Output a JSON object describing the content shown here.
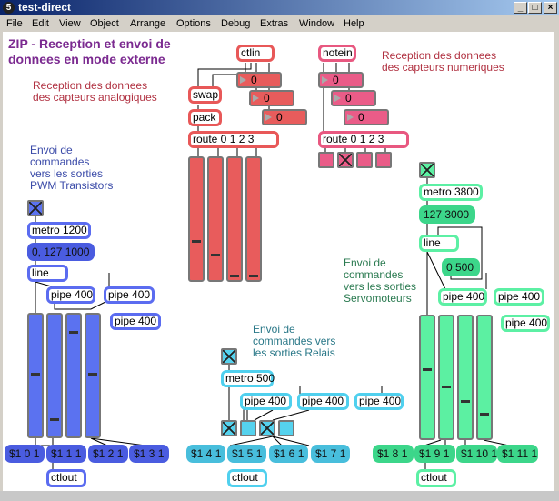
{
  "window": {
    "title": "test-direct",
    "app_icon": "5"
  },
  "menu": [
    "File",
    "Edit",
    "View",
    "Object",
    "Arrange",
    "Options",
    "Debug",
    "Extras",
    "Window",
    "Help"
  ],
  "comments": {
    "title": "ZIP - Reception et envoi de\ndonnees en mode externe",
    "analog": "Reception des donnees\ndes capteurs analogiques",
    "numeric": "Reception des donnees\ndes capteurs numeriques",
    "pwm": "Envoi de\ncommandes\nvers les sorties\nPWM Transistors",
    "relais": "Envoi de\ncommandes vers\nles sorties Relais",
    "servo": "Envoi de\ncommandes\nvers les sorties\nServomoteurs"
  },
  "analog": {
    "ctlin": "ctlin",
    "swap": "swap",
    "pack": "pack",
    "route": "route 0 1 2 3",
    "numbers": [
      "0",
      "0",
      "0"
    ],
    "sliders": [
      0.32,
      0.21,
      0.03,
      0.03
    ]
  },
  "numeric": {
    "notein": "notein",
    "route": "route 0 1 2 3",
    "numbers": [
      "0",
      "0",
      "0"
    ],
    "toggles": [
      false,
      true,
      false,
      false
    ]
  },
  "pwm": {
    "toggle": true,
    "metro": "metro 1200",
    "msg": "0, 127 1000",
    "line": "line",
    "pipes": [
      "pipe 400",
      "pipe 400",
      "pipe 400"
    ],
    "sliders": [
      0.52,
      0.14,
      0.88,
      0.52
    ],
    "outs": [
      "$1 0 1",
      "$1 1 1",
      "$1 2 1",
      "$1 3 1"
    ],
    "ctlout": "ctlout"
  },
  "relais": {
    "toggle": true,
    "metro": "metro 500",
    "pipes": [
      "pipe 400",
      "pipe 400",
      "pipe 400"
    ],
    "toggles": [
      true,
      false,
      true,
      false
    ],
    "outs": [
      "$1 4 1",
      "$1 5 1",
      "$1 6 1",
      "$1 7 1"
    ],
    "ctlout": "ctlout"
  },
  "servo": {
    "toggle": true,
    "metro": "metro 3800",
    "msg": "127 3000",
    "line": "line",
    "msg2": "0 500",
    "pipes": [
      "pipe 400",
      "pipe 400",
      "pipe 400"
    ],
    "sliders": [
      0.58,
      0.43,
      0.31,
      0.2
    ],
    "outs": [
      "$1 8 1",
      "$1 9 1",
      "$1 10 1",
      "$1 11 1"
    ],
    "ctlout": "ctlout"
  }
}
